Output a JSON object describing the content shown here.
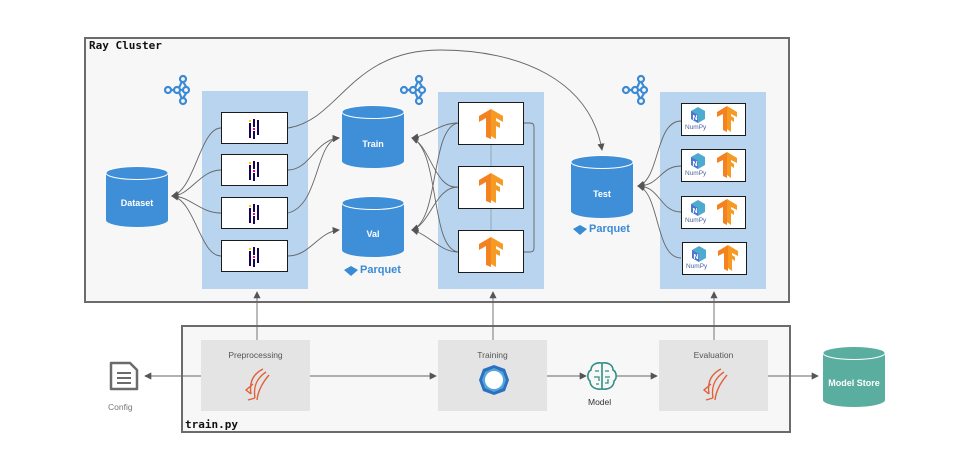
{
  "diagram": {
    "cluster_title": "Ray Cluster",
    "script_title": "train.py",
    "datastores": {
      "dataset": "Dataset",
      "train": "Train",
      "val": "Val",
      "test": "Test",
      "model_store": "Model Store"
    },
    "parquet_label": "Parquet",
    "numpy_label": "NumPy",
    "steps": [
      {
        "label": "Preprocessing",
        "icon": "dask-like-icon"
      },
      {
        "label": "Training",
        "icon": "ray-train-icon"
      },
      {
        "label": "Evaluation",
        "icon": "dask-like-icon"
      }
    ],
    "config_label": "Config",
    "model_label": "Model",
    "pools": [
      {
        "name": "preprocessing-workers",
        "worker_count": 4,
        "worker_icon": "pandas-icon"
      },
      {
        "name": "training-workers",
        "worker_count": 3,
        "worker_icon": "tensorflow-icon"
      },
      {
        "name": "evaluation-workers",
        "worker_count": 4,
        "worker_icon": "numpy-tensorflow-icon"
      }
    ],
    "colors": {
      "datastore_blue": "#3f8fd8",
      "pool_blue": "#b8d4ee",
      "model_store_teal": "#5aaea0",
      "tensorflow_orange": "#f39022",
      "step_gray": "#e4e4e4"
    }
  }
}
